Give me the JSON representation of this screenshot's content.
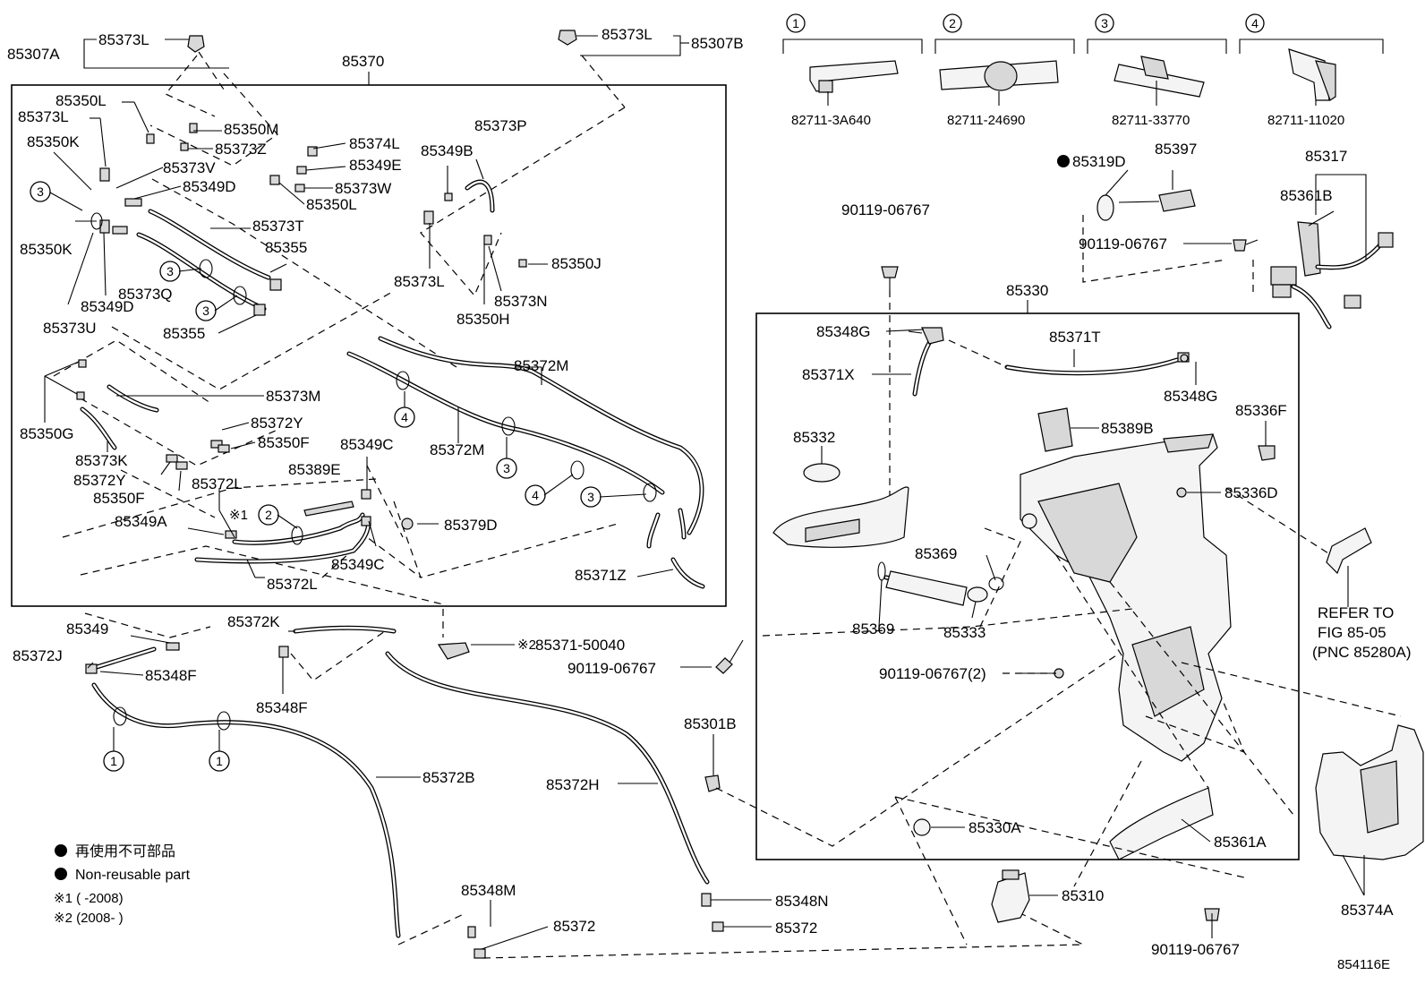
{
  "labels": {
    "l85307A": "85307A",
    "l85373L_a": "85373L",
    "l85373L_b": "85373L",
    "l85307B": "85307B",
    "l85370": "85370",
    "l85350L_a": "85350L",
    "l85373L_c": "85373L",
    "l85350K_a": "85350K",
    "l85350M": "85350M",
    "l85373Z": "85373Z",
    "l85373V": "85373V",
    "l85349D_a": "85349D",
    "l85374L": "85374L",
    "l85349E": "85349E",
    "l85373W": "85373W",
    "l85350L_b": "85350L",
    "l85373P": "85373P",
    "l85349B": "85349B",
    "l85373T": "85373T",
    "l85355_a": "85355",
    "l85350K_b": "85350K",
    "l85373Q": "85373Q",
    "l85349D_b": "85349D",
    "l85373U": "85373U",
    "l85355_b": "85355",
    "l85373L_d": "85373L",
    "l85350J": "85350J",
    "l85373N": "85373N",
    "l85350H": "85350H",
    "l85372M_a": "85372M",
    "l85373M": "85373M",
    "l85350G": "85350G",
    "l85372Y_a": "85372Y",
    "l85350F_a": "85350F",
    "l85349C_a": "85349C",
    "l85373K": "85373K",
    "l85389E": "85389E",
    "l85372M_b": "85372M",
    "l85372Y_b": "85372Y",
    "l85372L_a": "85372L",
    "l85350F_b": "85350F",
    "l85349A": "85349A",
    "l85379D": "85379D",
    "l85349C_b": "85349C",
    "l85371Z": "85371Z",
    "l85372L_b": "85372L",
    "l85349": "85349",
    "l85372K": "85372K",
    "l85371_50040": "85371-50040",
    "l85372J": "85372J",
    "l85348F_a": "85348F",
    "l85348F_b": "85348F",
    "l85372B": "85372B",
    "l85372H": "85372H",
    "l85348M": "85348M",
    "l85348N": "85348N",
    "l85372_a": "85372",
    "l85372_b": "85372",
    "l90119_a": "90119-06767",
    "l90119_b": "90119-06767",
    "l90119_c": "90119-06767",
    "l90119_d": "90119-06767(2)",
    "l90119_e": "90119-06767",
    "l85301B": "85301B",
    "l82711_3A640": "82711-3A640",
    "l82711_24690": "82711-24690",
    "l82711_33770": "82711-33770",
    "l82711_11020": "82711-11020",
    "l85319D": "85319D",
    "l85397": "85397",
    "l85317": "85317",
    "l85361B": "85361B",
    "l85330": "85330",
    "l85348G_a": "85348G",
    "l85371T": "85371T",
    "l85371X": "85371X",
    "l85348G_b": "85348G",
    "l85336F": "85336F",
    "l85389B": "85389B",
    "l85332": "85332",
    "l85336D": "85336D",
    "l85369_a": "85369",
    "l85369_b": "85369",
    "l85333": "85333",
    "l85330A": "85330A",
    "l85361A": "85361A",
    "l85310": "85310",
    "l85374A": "85374A",
    "refer1": "REFER TO",
    "refer2": "FIG 85-05",
    "refer3": "(PNC 85280A)",
    "note_mark1": "※1",
    "note_mark2": "※2",
    "code": "854116E"
  },
  "circles": [
    "1",
    "2",
    "3",
    "4"
  ],
  "legend": {
    "jp": "再使用不可部品",
    "en": "Non-reusable part",
    "note1": "※1 (     -2008)",
    "note2": "※2 (2008-      )"
  }
}
